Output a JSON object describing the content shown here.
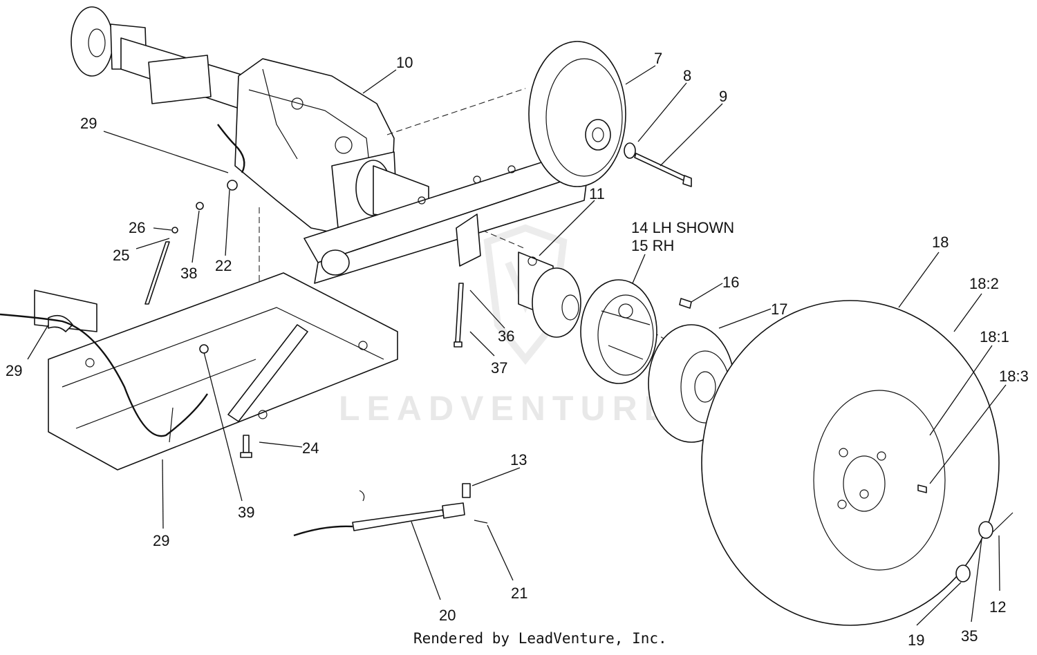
{
  "diagram": {
    "watermark": "LEADVENTURE",
    "credit": "Rendered by LeadVenture, Inc.",
    "callouts": [
      {
        "id": "c10",
        "text": "10"
      },
      {
        "id": "c7",
        "text": "7"
      },
      {
        "id": "c8",
        "text": "8"
      },
      {
        "id": "c9",
        "text": "9"
      },
      {
        "id": "c29a",
        "text": "29"
      },
      {
        "id": "c11",
        "text": "11"
      },
      {
        "id": "c14",
        "text": "14 LH SHOWN"
      },
      {
        "id": "c15",
        "text": "15 RH"
      },
      {
        "id": "c18",
        "text": "18"
      },
      {
        "id": "c18_2",
        "text": "18:2"
      },
      {
        "id": "c26",
        "text": "26"
      },
      {
        "id": "c25",
        "text": "25"
      },
      {
        "id": "c38",
        "text": "38"
      },
      {
        "id": "c22",
        "text": "22"
      },
      {
        "id": "c16",
        "text": "16"
      },
      {
        "id": "c17",
        "text": "17"
      },
      {
        "id": "c18_1",
        "text": "18:1"
      },
      {
        "id": "c18_3",
        "text": "18:3"
      },
      {
        "id": "c36",
        "text": "36"
      },
      {
        "id": "c37",
        "text": "37"
      },
      {
        "id": "c29b",
        "text": "29"
      },
      {
        "id": "c24",
        "text": "24"
      },
      {
        "id": "c13",
        "text": "13"
      },
      {
        "id": "c39",
        "text": "39"
      },
      {
        "id": "c29c",
        "text": "29"
      },
      {
        "id": "c21",
        "text": "21"
      },
      {
        "id": "c20",
        "text": "20"
      },
      {
        "id": "c12",
        "text": "12"
      },
      {
        "id": "c19",
        "text": "19"
      },
      {
        "id": "c35",
        "text": "35"
      }
    ]
  }
}
